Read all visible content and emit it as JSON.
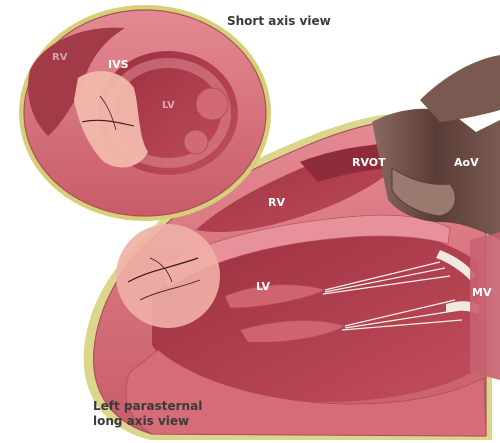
{
  "captions": {
    "short_axis": "Short axis view",
    "long_axis_line1": "Left parasternal",
    "long_axis_line2": "long axis view"
  },
  "labels": {
    "ivs": "IVS",
    "rv_short": "RV",
    "lv_short": "LV",
    "rvot": "RVOT",
    "aov": "AoV",
    "rv_long": "RV",
    "lv_long": "LV",
    "mv": "MV"
  },
  "colors": {
    "myocardium": "#d9707a",
    "myocardium_dark": "#b04a55",
    "cavity": "#a83a48",
    "fat": "#d8d27a",
    "lesion": "#f2b3a8",
    "vessel": "#6e5048"
  }
}
